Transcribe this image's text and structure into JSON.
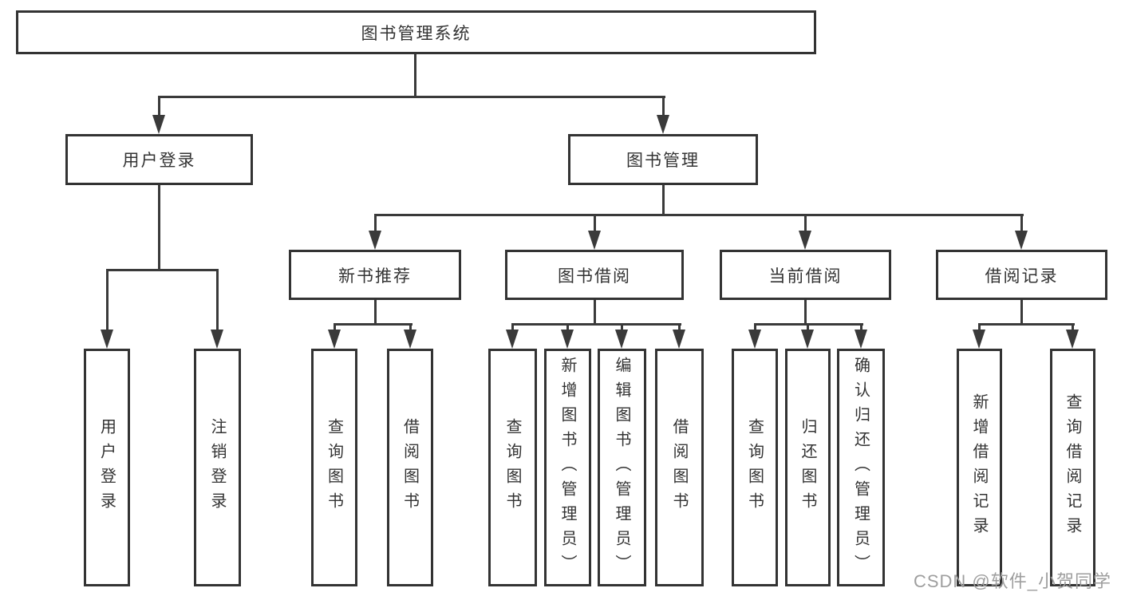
{
  "diagram": {
    "root": {
      "label": "图书管理系统"
    },
    "level2": [
      {
        "id": "user-login",
        "label": "用户登录"
      },
      {
        "id": "book-management",
        "label": "图书管理"
      }
    ],
    "level3": [
      {
        "id": "new-book-recommend",
        "label": "新书推荐"
      },
      {
        "id": "book-borrow",
        "label": "图书借阅"
      },
      {
        "id": "current-borrow",
        "label": "当前借阅"
      },
      {
        "id": "borrow-record",
        "label": "借阅记录"
      }
    ],
    "leaves": {
      "user_login": [
        "用户登录",
        "注销登录"
      ],
      "new_book": [
        "查询图书",
        "借阅图书"
      ],
      "book_borrow": [
        "查询图书",
        "新增图书（管理员）",
        "编辑图书（管理员）",
        "借阅图书"
      ],
      "current_borrow": [
        "查询图书",
        "归还图书",
        "确认归还（管理员）"
      ],
      "borrow_record": [
        "新增借阅记录",
        "查询借阅记录"
      ]
    },
    "line_color": "#3a3a3a",
    "border_color": "#333333"
  },
  "watermark": {
    "text": "CSDN @软件_小贺同学",
    "color": "#9e9e9e"
  }
}
